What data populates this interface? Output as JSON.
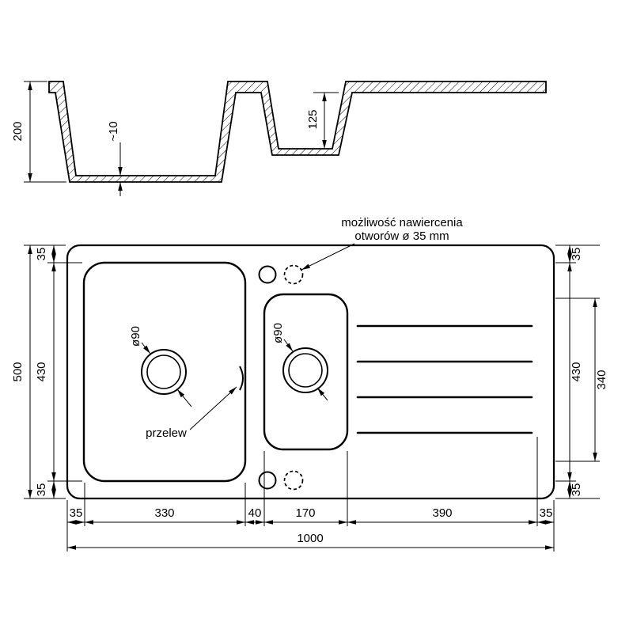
{
  "section_view": {
    "dim_total_depth": "200",
    "dim_bottom_thickness": "~10",
    "dim_small_bowl_depth": "125"
  },
  "plan_view": {
    "annotation_line1": "możliwość nawiercenia",
    "annotation_line2": "otworów ø 35 mm",
    "overflow_label": "przelew",
    "drain_large_label": "ø90",
    "drain_small_label": "ø90",
    "dim_overall_height": "500",
    "dim_left_top": "35",
    "dim_left_mid": "430",
    "dim_left_bottom": "35",
    "dim_right_top": "35",
    "dim_right_mid": "430",
    "dim_right_bottom": "35",
    "dim_drainer_span": "340",
    "dim_bottom_segments": [
      "35",
      "330",
      "40",
      "170",
      "390",
      "35"
    ],
    "dim_overall_width": "1000"
  }
}
